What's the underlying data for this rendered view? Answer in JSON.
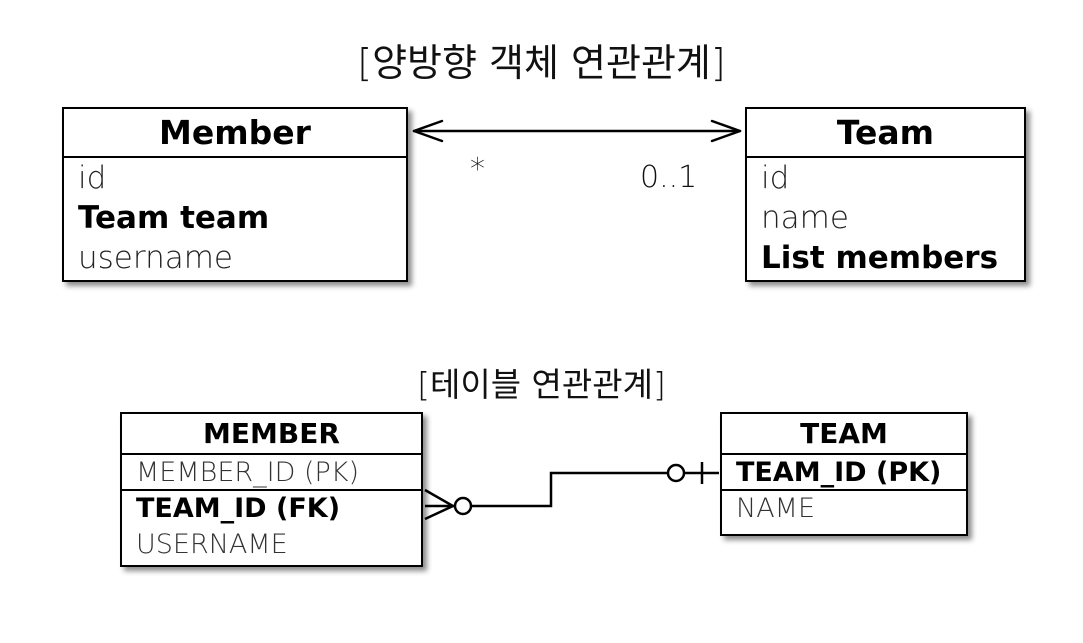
{
  "object_title": "[양방향 객체 연관관계]",
  "table_title": "[테이블 연관관계]",
  "member_object": {
    "name": "Member",
    "fields": [
      "id",
      "Team team",
      "username"
    ]
  },
  "team_object": {
    "name": "Team",
    "fields": [
      "id",
      "name",
      "List members"
    ]
  },
  "association": {
    "left_multiplicity": "*",
    "right_multiplicity": "0..1"
  },
  "member_table": {
    "name": "MEMBER",
    "columns": [
      "MEMBER_ID (PK)",
      "TEAM_ID (FK)",
      "USERNAME"
    ]
  },
  "team_table": {
    "name": "TEAM",
    "columns": [
      "TEAM_ID (PK)",
      "NAME"
    ]
  }
}
